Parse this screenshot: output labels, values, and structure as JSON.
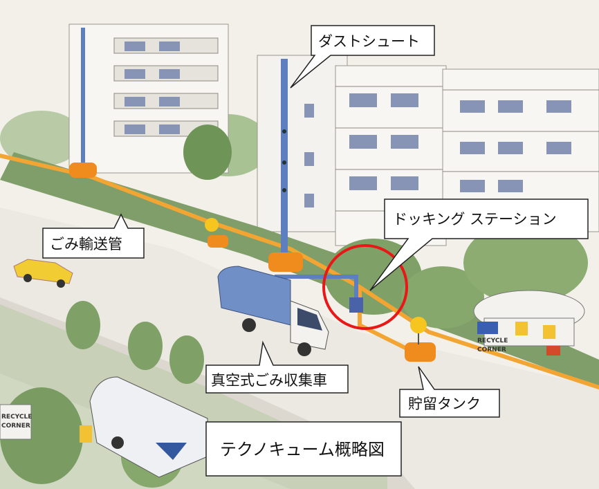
{
  "diagram": {
    "title": "テクノキューム概略図",
    "labels": {
      "dust_chute": "ダストシュート",
      "docking_station": "ドッキング ステーション",
      "transport_pipe": "ごみ輸送管",
      "vacuum_truck": "真空式ごみ収集車",
      "storage_tank": "貯留タンク"
    },
    "signs": {
      "recycle_corner_right_1": "RECYCLE",
      "recycle_corner_right_2": "CORNER",
      "recycle_corner_left_1": "RECYCLE",
      "recycle_corner_left_2": "CORNER"
    },
    "colors": {
      "pipe": "#f2a533",
      "tank": "#f08c1e",
      "chute": "#5d7fc0",
      "highlight_circle": "#e81818",
      "building": "#f4f2ee",
      "foliage": "#8fb07a",
      "road": "#e9e6e0",
      "truck_body": "#6f8fc6"
    }
  }
}
